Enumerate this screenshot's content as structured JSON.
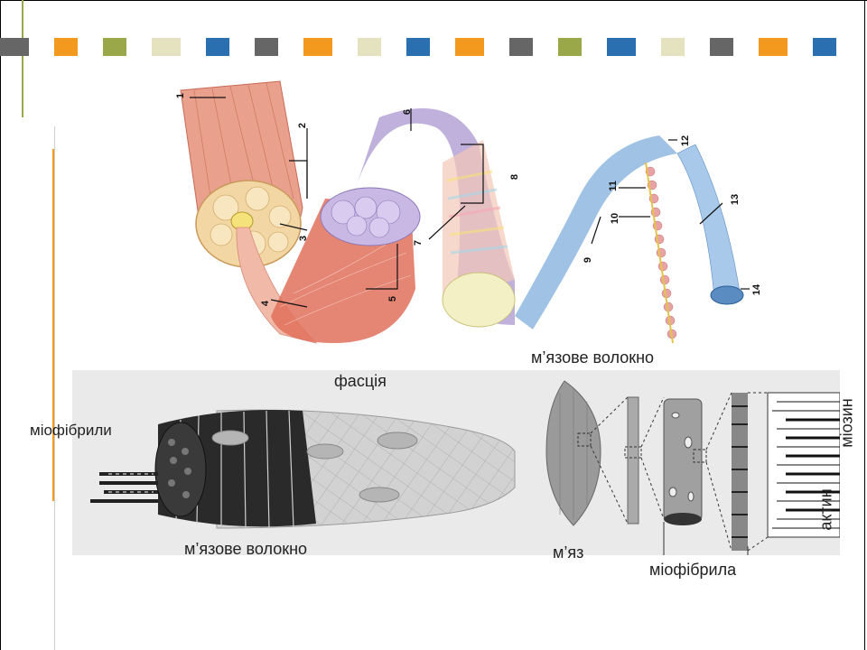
{
  "colors": {
    "muscle": "#e9a08c",
    "muscle_dark": "#c96a55",
    "fascicle": "#e0705a",
    "fiber_violet": "#b9a7d8",
    "fiber_cream": "#f3f0c6",
    "myofibril_blue": "#8fb8e0",
    "reticulum_pink": "#e7a3a5",
    "panel_gray": "#eaeaea",
    "band_gray": "#666666",
    "band_orange": "#f39a1e",
    "band_olive": "#9aa84a",
    "band_blue": "#2a6fb0",
    "band_cream": "#e5e2c0"
  },
  "band_colors": [
    "#666666",
    "#f39a1e",
    "#9aa84a",
    "#e5e2c0",
    "#2a6fb0",
    "#666666",
    "#f39a1e",
    "#e5e2c0",
    "#2a6fb0",
    "#f39a1e",
    "#666666",
    "#9aa84a",
    "#2a6fb0",
    "#e5e2c0",
    "#666666",
    "#f39a1e",
    "#2a6fb0"
  ],
  "diagram_numbers": [
    "1",
    "2",
    "3",
    "4",
    "5",
    "6",
    "7",
    "8",
    "9",
    "10",
    "11",
    "12",
    "13",
    "14"
  ],
  "labels": {
    "muscle_fiber_top": "м’язове волокно",
    "fascia": "фасція",
    "myofibrils": "міофібрили",
    "muscle_fiber_bottom": "м’язове волокно",
    "muscle": "м’яз",
    "myofibril": "міофібрила",
    "myosin": "міозин",
    "actin": "актин"
  }
}
